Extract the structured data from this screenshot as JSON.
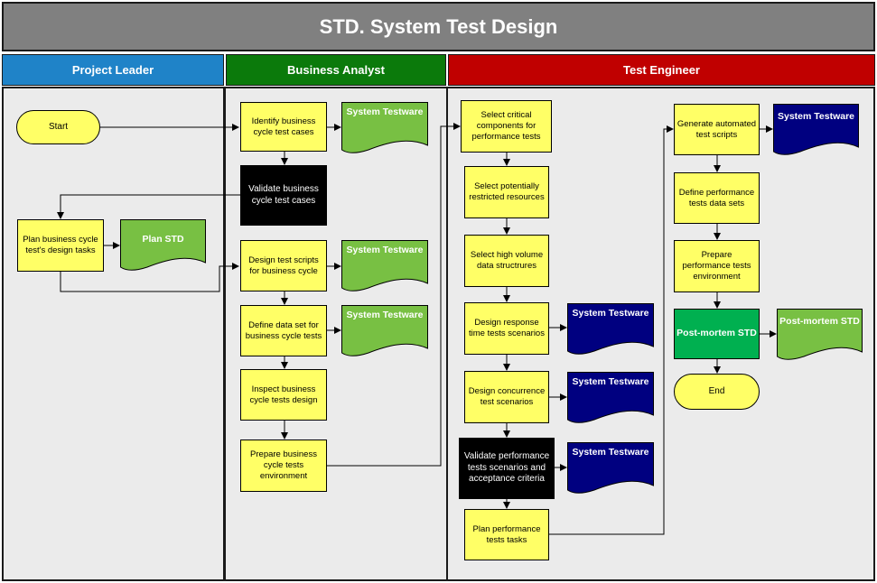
{
  "title": "STD. System Test Design",
  "colors": {
    "lane_blue": "#1f83c8",
    "lane_green": "#0b7a0b",
    "lane_red": "#c00000",
    "process_yellow": "#ffff66",
    "doc_green": "#78c043",
    "doc_navy": "#000080",
    "postmortem_green": "#00b050"
  },
  "lanes": {
    "project_leader": "Project Leader",
    "business_analyst": "Business Analyst",
    "test_engineer": "Test Engineer"
  },
  "nodes": {
    "start": "Start",
    "plan_tasks": "Plan business cycle test's design tasks",
    "plan_std_doc": "Plan STD",
    "identify_cases": "Identify business cycle test cases",
    "identify_doc": "System Testware",
    "validate_cases": "Validate business cycle test cases",
    "design_scripts": "Design test scripts for business cycle",
    "design_scripts_doc": "System Testware",
    "define_data_set": "Define data set for business cycle tests",
    "define_data_set_doc": "System Testware",
    "inspect_design": "Inspect business cycle tests design",
    "prepare_env": "Prepare business cycle tests environment",
    "select_components": "Select critical components for performance tests",
    "select_resources": "Select potentially restricted resources",
    "select_data": "Select high volume data structrures",
    "design_response": "Design response time tests scenarios",
    "design_response_doc": "System Testware",
    "design_concurrence": "Design concurrence test scenarios",
    "design_concurrence_doc": "System Testware",
    "validate_perf": "Validate performance tests scenarios and acceptance criteria",
    "validate_perf_doc": "System Testware",
    "plan_perf": "Plan performance tests tasks",
    "generate_scripts": "Generate automated test scripts",
    "generate_scripts_doc": "System Testware",
    "define_perf_data": "Define performance tests data sets",
    "prepare_perf_env": "Prepare performance tests environment",
    "postmortem": "Post-mortem STD",
    "postmortem_doc": "Post-mortem STD",
    "end": "End"
  }
}
